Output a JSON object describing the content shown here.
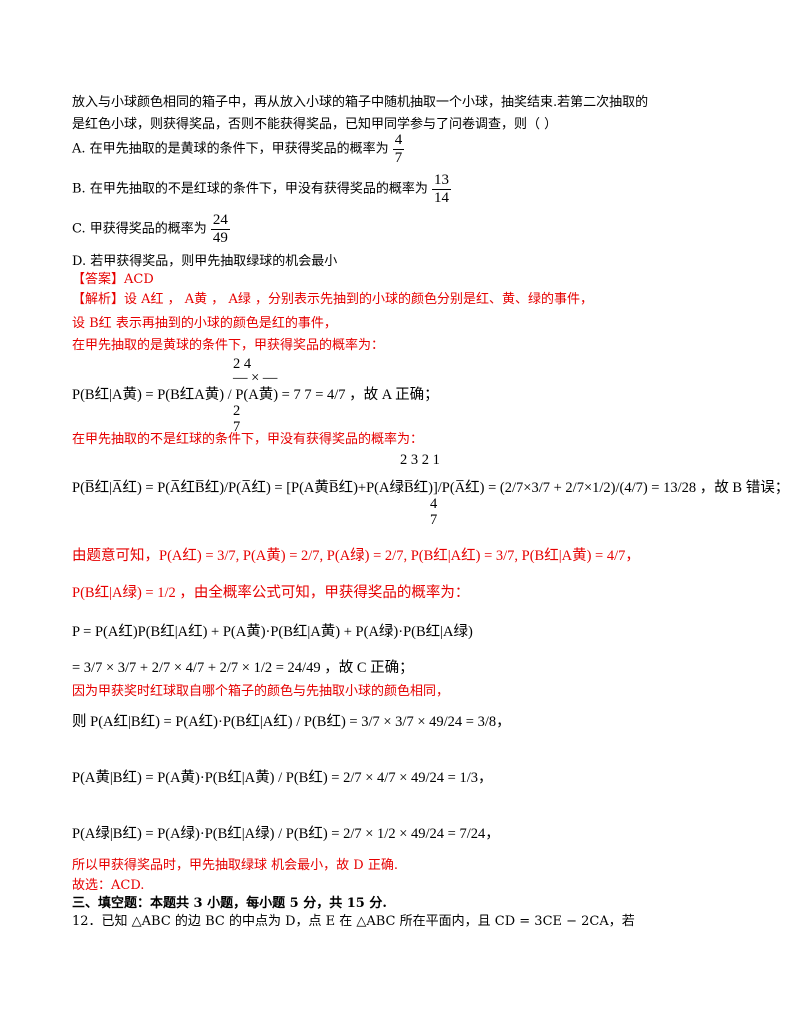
{
  "question": {
    "stem_line1": "放入与小球颜色相同的箱子中，再从放入小球的箱子中随机抽取一个小球，抽奖结束.若第二次抽取的",
    "stem_line2": "是红色小球，则获得奖品，否则不能获得奖品，已知甲同学参与了问卷调查，则（        ）",
    "options": {
      "a": {
        "text": "A.   在甲先抽取的是黄球的条件下，甲获得奖品的概率为",
        "num": "4",
        "den": "7"
      },
      "b": {
        "text": "B.   在甲先抽取的不是红球的条件下，甲没有获得奖品的概率为",
        "num": "13",
        "den": "14"
      },
      "c": {
        "text": "C.   甲获得奖品的概率为",
        "num": "24",
        "den": "49"
      },
      "d": {
        "text": "D.   若甲获得奖品，则甲先抽取绿球的机会最小"
      }
    }
  },
  "answer": {
    "answer_line": "【答案】ACD",
    "analysis_line1": "【解析】设 A红 ， A黄 ， A绿 ，分别表示先抽到的小球的颜色分别是红、黄、绿的事件，",
    "analysis_line2": "设 B红 表示再抽到的小球的颜色是红的事件，",
    "cond_yellow": "在甲先抽取的是黄球的条件下，甲获得奖品的概率为：",
    "formula_a_line1": "2     4",
    "formula_a_line2": "— × —",
    "formula_a_line3": "P(B红|A黄) = P(B红A黄) / P(A黄) =  7      7    =  4/7 ，故 A 正确；",
    "formula_a_line4": "2",
    "formula_a_line5": "7",
    "cond_notred": "在甲先抽取的不是红球的条件下，甲没有获得奖品的概率为：",
    "formula_b_line1": "2     3      2     1",
    "formula_b_line2": "P(B̅红|A̅红) = P(A̅红B̅红)/P(A̅红) = [P(A黄B̅红)+P(A绿B̅红)]/P(A̅红) = (2/7×3/7 + 2/7×1/2)/(4/7) = 13/28 ，故 B 错误；",
    "formula_b_line3": "4",
    "formula_b_line4": "7",
    "given_line1": "由题意可知，P(A红) = 3/7, P(A黄) = 2/7, P(A绿) = 2/7, P(B红|A红) = 3/7, P(B红|A黄) = 4/7，",
    "given_line2": "P(B红|A绿) = 1/2 ，由全概率公式可知，甲获得奖品的概率为：",
    "total_line1": "P = P(A红)P(B红|A红) + P(A黄)·P(B红|A黄) + P(A绿)·P(B红|A绿)",
    "total_line2": "= 3/7 × 3/7 + 2/7 × 4/7 + 2/7 × 1/2 = 24/49 ，故 C 正确；",
    "reason_line": "因为甲获奖时红球取自哪个箱子的颜色与先抽取小球的颜色相同，",
    "bayes_red": "则 P(A红|B红) = P(A红)·P(B红|A红) / P(B红) = 3/7 × 3/7 × 49/24 = 3/8，",
    "bayes_yellow": "P(A黄|B红) = P(A黄)·P(B红|A黄) / P(B红) = 2/7 × 4/7 × 49/24 = 1/3，",
    "bayes_green": "P(A绿|B红) = P(A绿)·P(B红|A绿) / P(B红) = 2/7 × 1/2 × 49/24 = 7/24，",
    "conclusion": "所以甲获得奖品时，甲先抽取绿球   机会最小，故 D 正确.",
    "choose": "故选：ACD."
  },
  "section3": {
    "header": "三、填空题：本题共 3 小题，每小题 5 分，共 15 分.",
    "q12": "12．已知 △ABC 的边 BC 的中点为 D，点 E 在 △ABC 所在平面内，且 CD = 3CE − 2CA，若"
  }
}
